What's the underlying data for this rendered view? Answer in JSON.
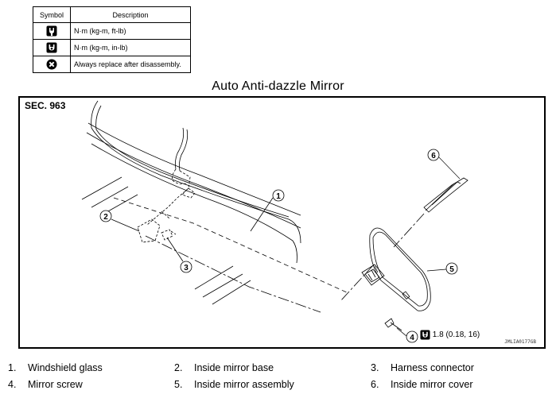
{
  "legend": {
    "header": {
      "symbol": "Symbol",
      "description": "Description"
    },
    "rows": [
      {
        "icon": "torque-wrench-icon",
        "description": "N·m (kg-m, ft-lb)"
      },
      {
        "icon": "torque-wrench-small-icon",
        "description": "N·m (kg-m, in-lb)"
      },
      {
        "icon": "always-replace-icon",
        "description": "Always replace after disassembly."
      }
    ]
  },
  "title": "Auto Anti-dazzle Mirror",
  "section": "SEC. 963",
  "image_code": "JMLIA0177GB",
  "callouts": [
    "1",
    "2",
    "3",
    "4",
    "5",
    "6"
  ],
  "torque_spec": "1.8 (0.18, 16)",
  "parts": [
    {
      "num": "1.",
      "label": "Windshield glass"
    },
    {
      "num": "2.",
      "label": "Inside mirror base"
    },
    {
      "num": "3.",
      "label": "Harness connector"
    },
    {
      "num": "4.",
      "label": "Mirror screw"
    },
    {
      "num": "5.",
      "label": "Inside mirror assembly"
    },
    {
      "num": "6.",
      "label": "Inside mirror cover"
    }
  ]
}
